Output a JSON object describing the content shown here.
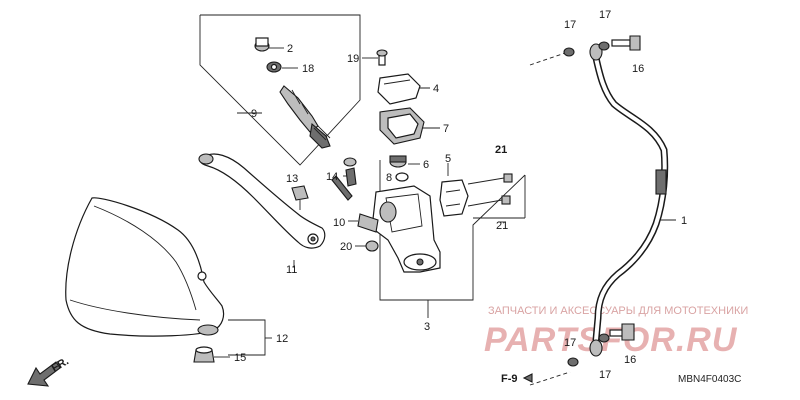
{
  "diagram": {
    "part_callouts": {
      "p2": "2",
      "p18": "18",
      "p9": "9",
      "p19": "19",
      "p4": "4",
      "p7": "7",
      "p6": "6",
      "p8": "8",
      "p5": "5",
      "p13": "13",
      "p14": "14",
      "p10": "10",
      "p20": "20",
      "p11": "11",
      "p3": "3",
      "p12": "12",
      "p15": "15",
      "p21a": "21",
      "p21b": "21",
      "p17a": "17",
      "p17b": "17",
      "p16a": "16",
      "p1": "1",
      "p17c": "17",
      "p17d": "17",
      "p16b": "16"
    },
    "front_marker": "FR.",
    "frame_reference": "F-9",
    "drawing_code": "MBN4F0403C"
  },
  "watermark": {
    "caption": "ЗАПЧАСТИ И АКСЕССУАРЫ ДЛЯ МОТОТЕХНИКИ",
    "brand": "PARTSFOR.RU"
  },
  "colors": {
    "line": "#1a1a1a",
    "watermark": "#e7b1b1"
  }
}
